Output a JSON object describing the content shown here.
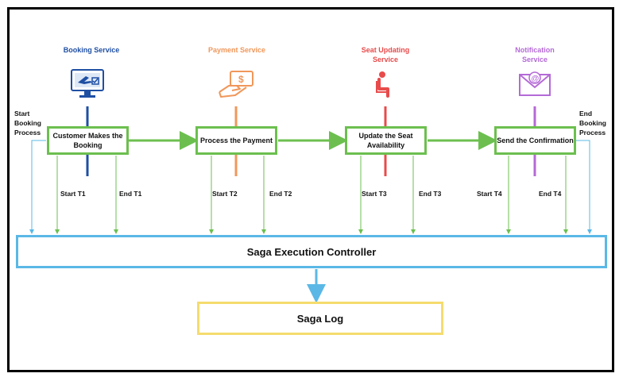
{
  "services": [
    {
      "title": "Booking Service",
      "color": "#1f4fa3",
      "icon": "computer-airplane-icon"
    },
    {
      "title": "Payment Service",
      "color": "#f0975a",
      "icon": "hand-card-payment-icon"
    },
    {
      "title": "Seat Updating Service",
      "color": "#e84b4b",
      "icon": "seat-icon"
    },
    {
      "title": "Notification Service",
      "color": "#b46ad6",
      "icon": "envelope-at-icon"
    }
  ],
  "steps": [
    "Customer Makes the Booking",
    "Process the Payment",
    "Update the Seat Availability",
    "Send the Confirmation"
  ],
  "transactions": [
    {
      "start": "Start T1",
      "end": "End T1"
    },
    {
      "start": "Start T2",
      "end": "End T2"
    },
    {
      "start": "Start T3",
      "end": "End T3"
    },
    {
      "start": "Start T4",
      "end": "End T4"
    }
  ],
  "start_process": "Start Booking Process",
  "end_process": "End Booking Process",
  "controller": "Saga Execution Controller",
  "log": "Saga Log",
  "colors": {
    "step_border": "#6cbf4f",
    "controller_border": "#5bb8e6",
    "log_border": "#f5dc6e"
  }
}
